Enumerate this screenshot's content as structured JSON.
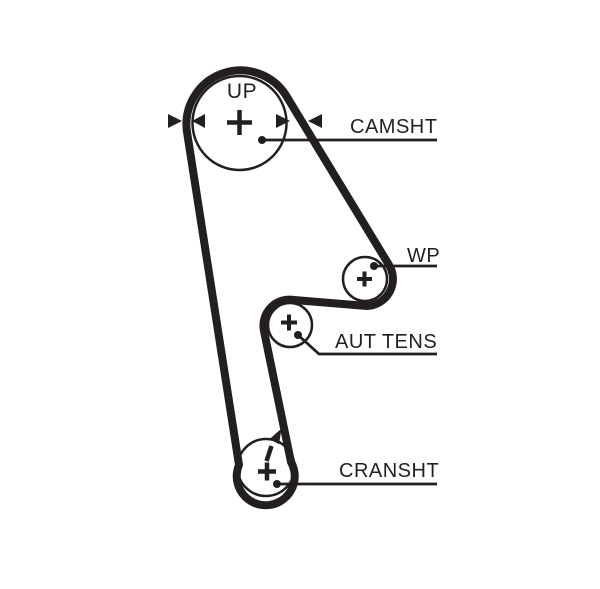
{
  "diagram": {
    "kind": "timing-belt-routing-diagram",
    "labels": {
      "up": "UP",
      "camshaft": "CAMSHT",
      "water_pump": "WP",
      "auto_tensioner": "AUT TENS",
      "crankshaft": "CRANSHT"
    },
    "pulleys": [
      {
        "name": "camshaft",
        "label": "CAMSHT",
        "center_mark": "plus-cross"
      },
      {
        "name": "water-pump",
        "label": "WP",
        "center_mark": "plus-cross"
      },
      {
        "name": "auto-tensioner",
        "label": "AUT TENS",
        "center_mark": "plus-cross"
      },
      {
        "name": "crankshaft",
        "label": "CRANSHT",
        "center_mark": "plus-cross"
      }
    ],
    "marks": {
      "camshaft_alignment": "opposing-triangle-arrows",
      "crankshaft_rotation": "dashed-arrow-up-right",
      "pulley_center": "plus-cross",
      "leader_anchor": "filled-dot"
    },
    "colors": {
      "ink": "#231f20",
      "background": "#ffffff"
    }
  }
}
